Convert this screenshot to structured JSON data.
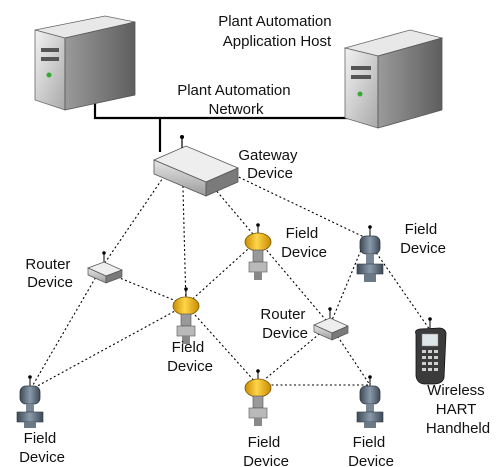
{
  "labels": {
    "host": [
      "Plant Automation",
      "Application Host"
    ],
    "network": [
      "Plant Automation",
      "Network"
    ],
    "gateway": [
      "Gateway",
      "Device"
    ],
    "router_left": [
      "Router",
      "Device"
    ],
    "router_mid": [
      "Router",
      "Device"
    ],
    "field_center_top": [
      "Field",
      "Device"
    ],
    "field_right_top": [
      "Field",
      "Device"
    ],
    "field_middle": [
      "Field",
      "Device"
    ],
    "field_bottom_left": [
      "Field",
      "Device"
    ],
    "field_bottom_center": [
      "Field",
      "Device"
    ],
    "field_bottom_right": [
      "Field",
      "Device"
    ],
    "handheld": [
      "Wireless",
      "HART",
      "Handheld"
    ]
  },
  "colors": {
    "line": "#000000",
    "server_body": "#cfcfcf",
    "server_side": "#8a8a8a",
    "transmitter_yellow": "#f2b51d",
    "transmitter_gray": "#5b6b7a"
  }
}
